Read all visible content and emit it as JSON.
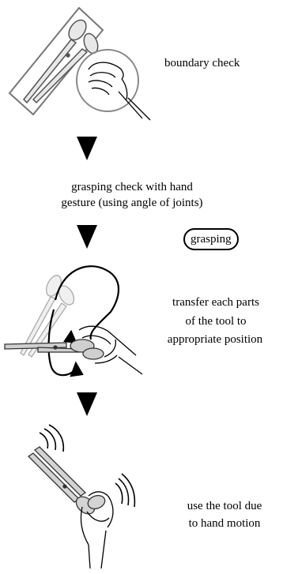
{
  "steps": [
    {
      "label": "boundary check"
    },
    {
      "label_line1": "grasping check with hand",
      "label_line2": "gesture (using angle of joints)"
    },
    {
      "label_line1": "transfer each parts",
      "label_line2": "of the tool to",
      "label_line3": "appropriate position"
    },
    {
      "label_line1": "use the tool due",
      "label_line2": "to hand motion"
    }
  ],
  "state_badge": "grasping",
  "icons": [
    "scissors-icon",
    "hand-icon",
    "down-arrow-icon",
    "motion-lines-icon",
    "rotation-arrow-icon"
  ]
}
